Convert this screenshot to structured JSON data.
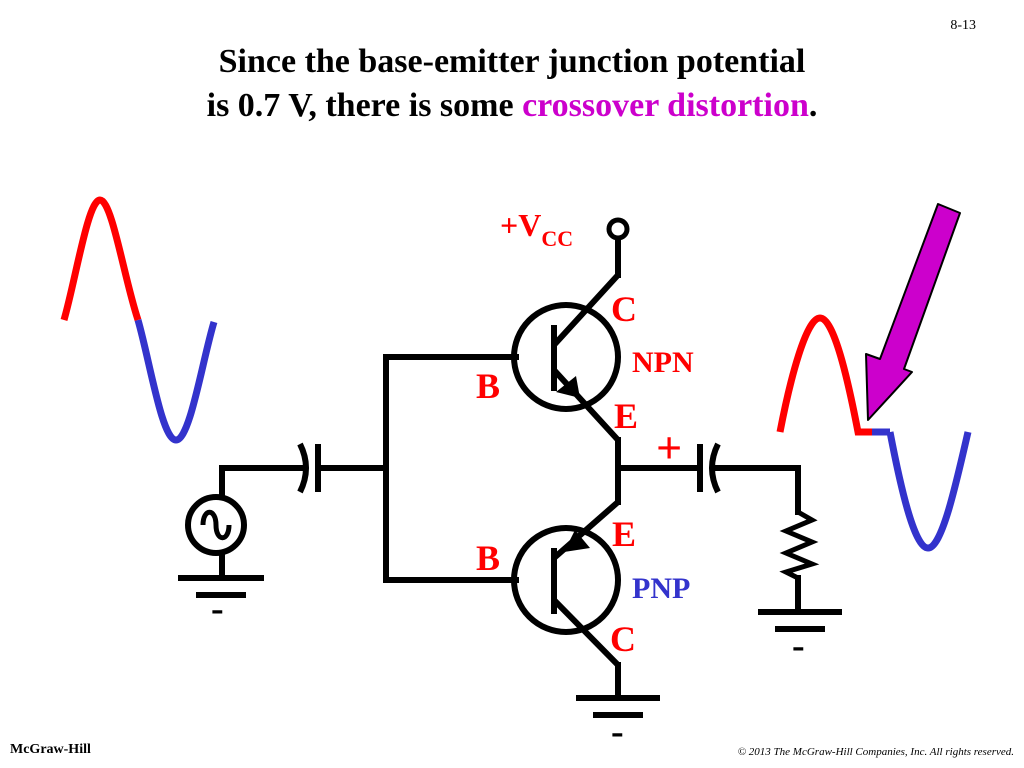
{
  "page_number": "8-13",
  "title": {
    "line1": "Since the base-emitter junction potential",
    "line2_prefix": "is 0.7 V, there is some ",
    "highlight": "crossover distortion",
    "line2_suffix": "."
  },
  "circuit": {
    "vcc_prefix": "+V",
    "vcc_sub": "CC",
    "npn": {
      "c": "C",
      "b": "B",
      "e": "E",
      "type": "NPN"
    },
    "pnp": {
      "c": "C",
      "b": "B",
      "e": "E",
      "type": "PNP"
    },
    "plus": "+",
    "ground_minus": "-"
  },
  "colors": {
    "red": "#ff0000",
    "blue": "#3333cc",
    "magenta": "#cc00cc",
    "wire": "#000000"
  },
  "footer": {
    "left": "McGraw-Hill",
    "right": "© 2013 The McGraw-Hill Companies, Inc. All rights reserved."
  }
}
